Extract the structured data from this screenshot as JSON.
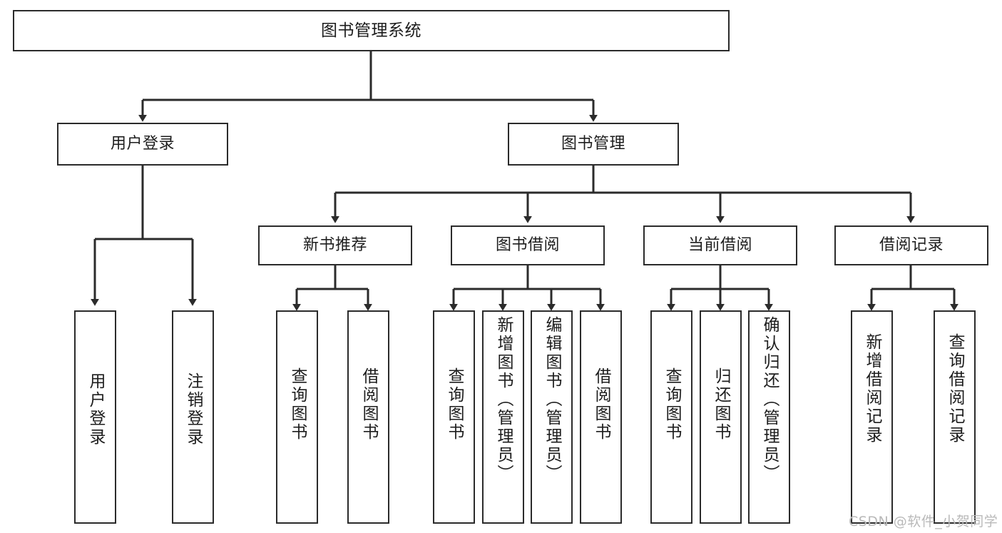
{
  "diagram": {
    "title": "图书管理系统",
    "type": "tree-hierarchy-chart",
    "colors": {
      "box_border": "#2b2b2b",
      "box_fill": "#ffffff",
      "connector": "#2b2b2b",
      "text": "#1d1d1d",
      "watermark": "#b9b9b9"
    },
    "root": {
      "label": "图书管理系统"
    },
    "level1": [
      {
        "label": "用户登录"
      },
      {
        "label": "图书管理"
      }
    ],
    "level2": [
      {
        "label": "新书推荐"
      },
      {
        "label": "图书借阅"
      },
      {
        "label": "当前借阅"
      },
      {
        "label": "借阅记录"
      }
    ],
    "leaves": {
      "user_login": [
        {
          "label": "用户登录"
        },
        {
          "label": "注销登录"
        }
      ],
      "new_book_recommend": [
        {
          "label": "查询图书"
        },
        {
          "label": "借阅图书"
        }
      ],
      "book_borrow": [
        {
          "label": "查询图书"
        },
        {
          "label": "新增图书（管理员）"
        },
        {
          "label": "编辑图书（管理员）"
        },
        {
          "label": "借阅图书"
        }
      ],
      "current_borrow": [
        {
          "label": "查询图书"
        },
        {
          "label": "归还图书"
        },
        {
          "label": "确认归还（管理员）"
        }
      ],
      "borrow_record": [
        {
          "label": "新增借阅记录"
        },
        {
          "label": "查询借阅记录"
        }
      ]
    },
    "watermark": "CSDN @软件_小贺同学"
  }
}
